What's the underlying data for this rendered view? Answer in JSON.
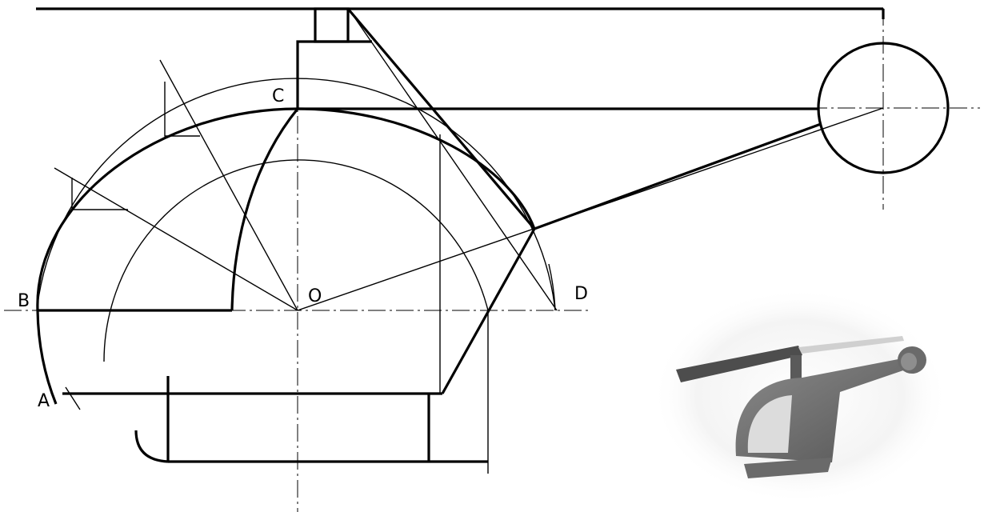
{
  "drawing": {
    "labels": {
      "a": "A",
      "b": "B",
      "c": "C",
      "d": "D",
      "o": "O"
    }
  },
  "colors": {
    "line": "#000000",
    "background": "#ffffff",
    "model_body": "#6f6f6f",
    "model_glass": "#d9d9d9"
  }
}
